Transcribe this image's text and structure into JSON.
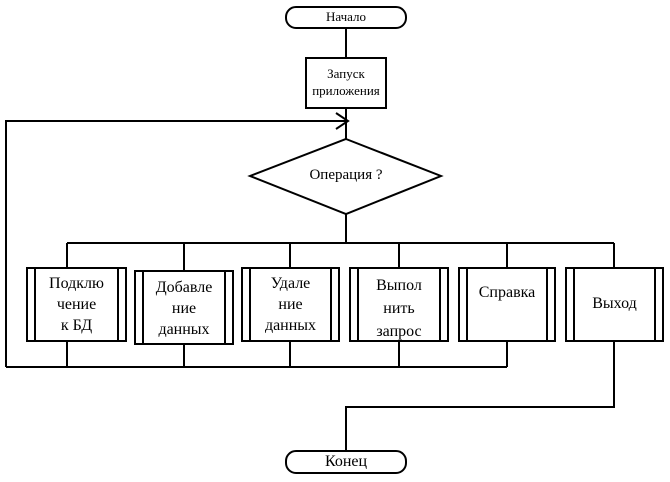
{
  "start": {
    "label": "Начало"
  },
  "launch": {
    "label": "Запуск\nприложения"
  },
  "decision": {
    "label": "Операция ?"
  },
  "branches": [
    {
      "label": "Подклю\nчение\nк БД"
    },
    {
      "label": "Добавле\nние\nданных"
    },
    {
      "label": "Удале\nние\nданных"
    },
    {
      "label": "Выпол\nнить\nзапрос"
    },
    {
      "label": "Справка"
    },
    {
      "label": "Выход"
    }
  ],
  "end": {
    "label": "Конец"
  },
  "colors": {
    "stroke": "#000000",
    "fill": "#ffffff",
    "text": "#000000"
  }
}
